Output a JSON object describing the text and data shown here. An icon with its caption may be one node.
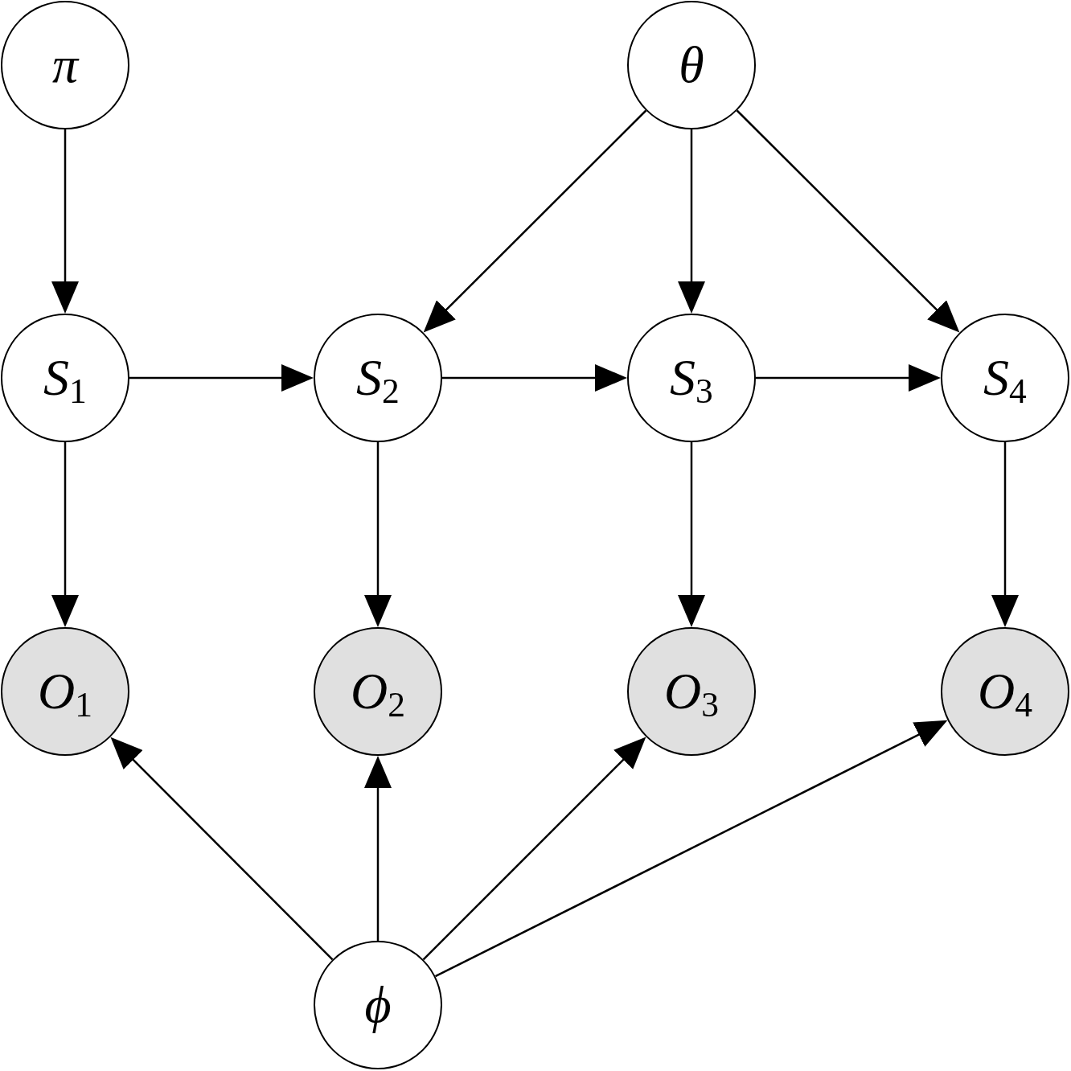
{
  "diagram": {
    "nodes": [
      {
        "text": [
          "π"
        ]
      },
      {
        "text": [
          "θ"
        ]
      },
      {
        "text": [
          "*S*$_{1}$"
        ]
      },
      {
        "text": [
          "*S*$_{2}$"
        ]
      },
      {
        "text": [
          "*S*$_{3}$"
        ]
      },
      {
        "text": [
          "*S*$_{4}$"
        ]
      },
      {
        "text": [
          "*O*$_{1}$"
        ]
      },
      {
        "text": [
          "*O*$_{2}$"
        ]
      },
      {
        "text": [
          "*O*$_{3}$"
        ]
      },
      {
        "text": [
          "*O*$_{4}$"
        ]
      },
      {
        "text": [
          "ϕ"
        ]
      }
    ],
    "edges": [
      {
        "from": 0,
        "to": 2,
        "arrow": "to"
      },
      {
        "from": 1,
        "to": 3,
        "arrow": "to"
      },
      {
        "from": 1,
        "to": 4,
        "arrow": "to"
      },
      {
        "from": 1,
        "to": 5,
        "arrow": "to"
      },
      {
        "from": 2,
        "to": 3,
        "arrow": "to"
      },
      {
        "from": 3,
        "to": 4,
        "arrow": "to"
      },
      {
        "from": 4,
        "to": 5,
        "arrow": "to"
      },
      {
        "from": 2,
        "to": 6,
        "arrow": "to"
      },
      {
        "from": 3,
        "to": 7,
        "arrow": "to"
      },
      {
        "from": 4,
        "to": 8,
        "arrow": "to"
      },
      {
        "from": 5,
        "to": 9,
        "arrow": "to"
      },
      {
        "from": 10,
        "to": 6,
        "arrow": "to"
      },
      {
        "from": 10,
        "to": 7,
        "arrow": "to"
      },
      {
        "from": 10,
        "to": 8,
        "arrow": "to"
      },
      {
        "from": 10,
        "to": 9,
        "arrow": "to"
      }
    ]
  }
}
